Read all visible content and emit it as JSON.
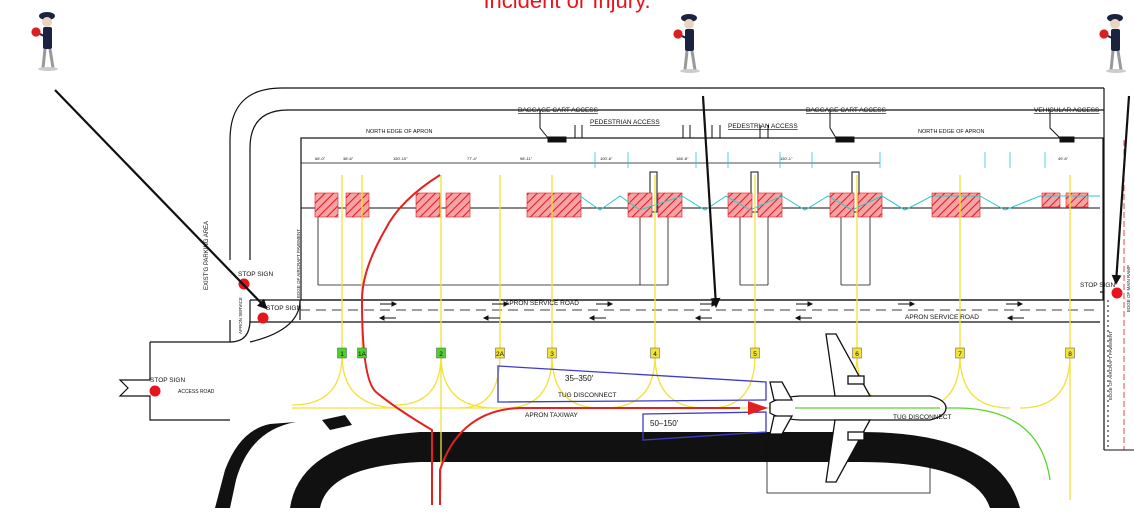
{
  "headline": "Incident or Injury.",
  "colors": {
    "headline": "#e8141b",
    "stop": "#e8141b",
    "safety_zone": "#e8141b",
    "taxi_lane": "#f2e23a",
    "route_tug": "#e3211f",
    "zone_outline": "#3c3cc8",
    "wing_path": "#2cc9c9",
    "green_lane": "#5ad32a",
    "ink": "#111111"
  },
  "labels": {
    "north_edge_left": "NORTH EDGE OF APRON",
    "north_edge_right": "NORTH EDGE OF APRON",
    "baggage_cart_1": "BAGGAGE CART ACCESS",
    "baggage_cart_2": "BAGGAGE CART ACCESS",
    "pedestrian_1": "PEDESTRIAN ACCESS",
    "pedestrian_2": "PEDESTRIAN ACCESS",
    "vehicular": "VEHICULAR ACCESS",
    "parking_area": "EXIST'G PARKING AREA",
    "edge_aircraft_left": "EDGE OF AIRCRAFT PAVEMENT",
    "edge_aircraft_right": "EDGE OF AIRCRAFT PAVEMENT",
    "apron_service_vert": "APRON SERVICE",
    "edge_of_main_ramp": "EDGE OF MAIN RAMP",
    "apron_service_road_1": "APRON SERVICE ROAD",
    "apron_service_road_2": "APRON SERVICE ROAD",
    "stop_sign_1": "STOP SIGN",
    "stop_sign_2": "STOP SIGN",
    "stop_sign_3": "STOP SIGN",
    "stop_sign_4": "STOP SIGN",
    "access_road": "ACCESS ROAD",
    "tug_disconnect_1": "TUG DISCONNECT",
    "tug_disconnect_2": "TUG DISCONNECT",
    "apron_taxiway": "APRON TAXIWAY",
    "range_far": "35–350'",
    "range_near": "50–150'"
  },
  "stands": [
    {
      "id": "1",
      "color": "#4fd12b"
    },
    {
      "id": "1A",
      "color": "#4fd12b"
    },
    {
      "id": "2",
      "color": "#4fd12b"
    },
    {
      "id": "2A",
      "color": "#f2e23a"
    },
    {
      "id": "3",
      "color": "#f2e23a"
    },
    {
      "id": "4",
      "color": "#f2e23a"
    },
    {
      "id": "5",
      "color": "#f2e23a"
    },
    {
      "id": "6",
      "color": "#f2e23a"
    },
    {
      "id": "7",
      "color": "#f2e23a"
    },
    {
      "id": "8",
      "color": "#f2e23a"
    }
  ],
  "dimensions": [
    "66'-0\"",
    "38'-6\"",
    "150'-10\"",
    "77'-4\"",
    "98'-11\"",
    "100'-6\"",
    "166'-8\"",
    "150'-1\"",
    "49'-6\""
  ]
}
